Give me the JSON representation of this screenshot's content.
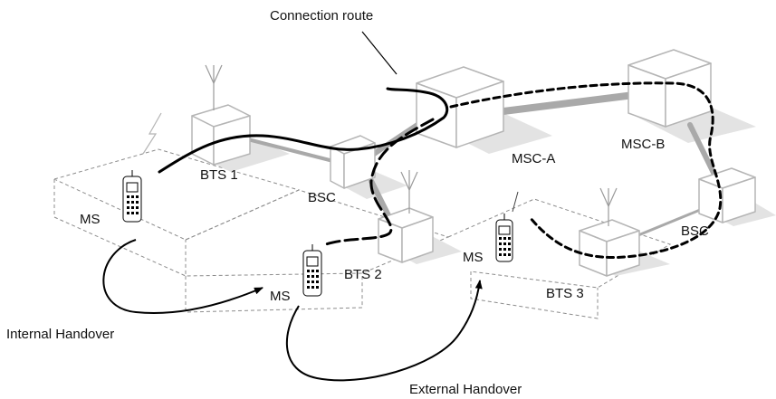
{
  "labels": {
    "connection_route": "Connection route",
    "bts1": "BTS 1",
    "bts2": "BTS 2",
    "bts3": "BTS 3",
    "bsc_left": "BSC",
    "bsc_right": "BSC",
    "msc_a": "MSC-A",
    "msc_b": "MSC-B",
    "ms1": "MS",
    "ms2": "MS",
    "ms3": "MS",
    "internal_handover": "Internal Handover",
    "external_handover": "External Handover"
  },
  "colors": {
    "box_edge": "#b5b5b5",
    "box_face": "#ffffff",
    "shadow": "#e3e3e3",
    "grey_link": "#a9a9a9",
    "route": "#000000",
    "cell_border": "#8c8c8c"
  }
}
